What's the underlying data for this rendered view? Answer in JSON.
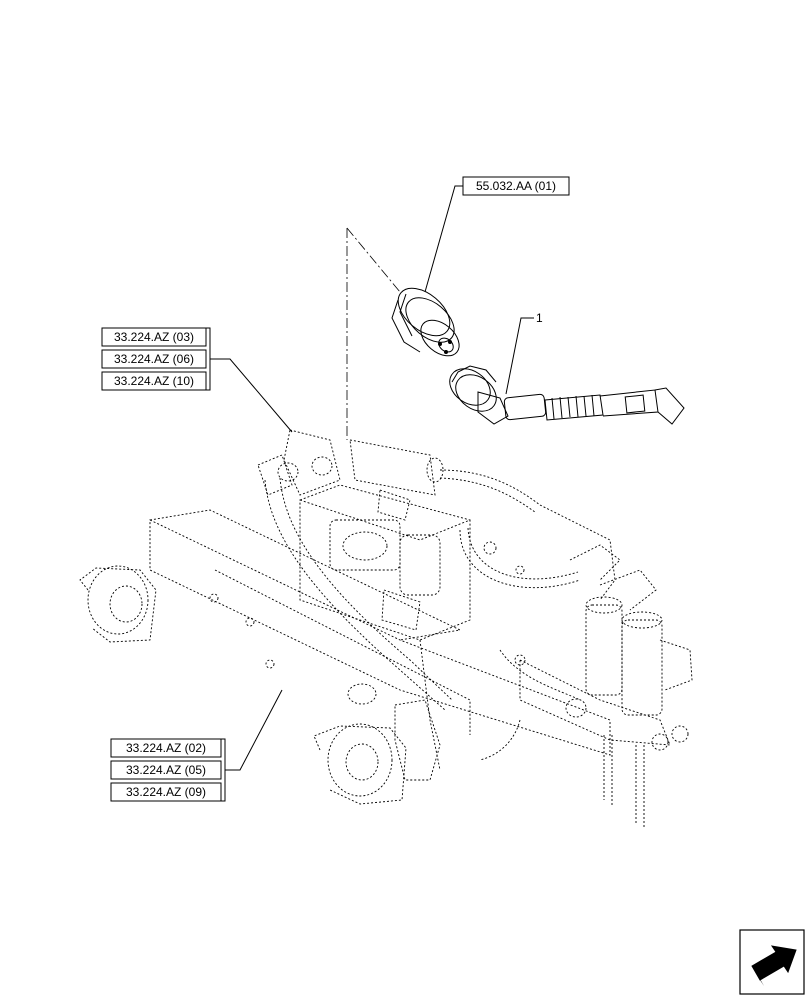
{
  "diagram": {
    "references": {
      "top": "55.032.AA (01)",
      "left_group": [
        "33.224.AZ (03)",
        "33.224.AZ (06)",
        "33.224.AZ (10)"
      ],
      "bottom_group": [
        "33.224.AZ (02)",
        "33.224.AZ (05)",
        "33.224.AZ (09)"
      ]
    },
    "part_number": "1",
    "nav_icon": "next-page-arrow-icon"
  }
}
